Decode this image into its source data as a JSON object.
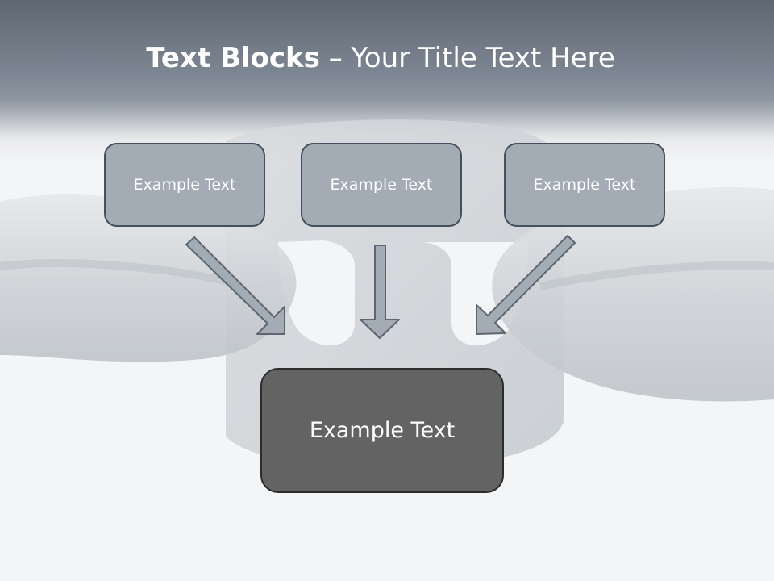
{
  "slide": {
    "title_bold": "Text Blocks",
    "title_separator": " – ",
    "title_rest": "Your Title Text Here"
  },
  "blocks": [
    {
      "label": "Example Text"
    },
    {
      "label": "Example Text"
    },
    {
      "label": "Example Text"
    }
  ],
  "main_block": {
    "label": "Example Text"
  },
  "colors": {
    "header_dark": "#5f6772",
    "small_box_fill": "#a3abb5",
    "small_box_border": "#46505c",
    "main_box_fill": "#636363",
    "arrow_fill": "#a3abb5",
    "arrow_stroke": "#5d6670"
  },
  "background": {
    "image": "chain-links",
    "icon": "chain-icon"
  }
}
